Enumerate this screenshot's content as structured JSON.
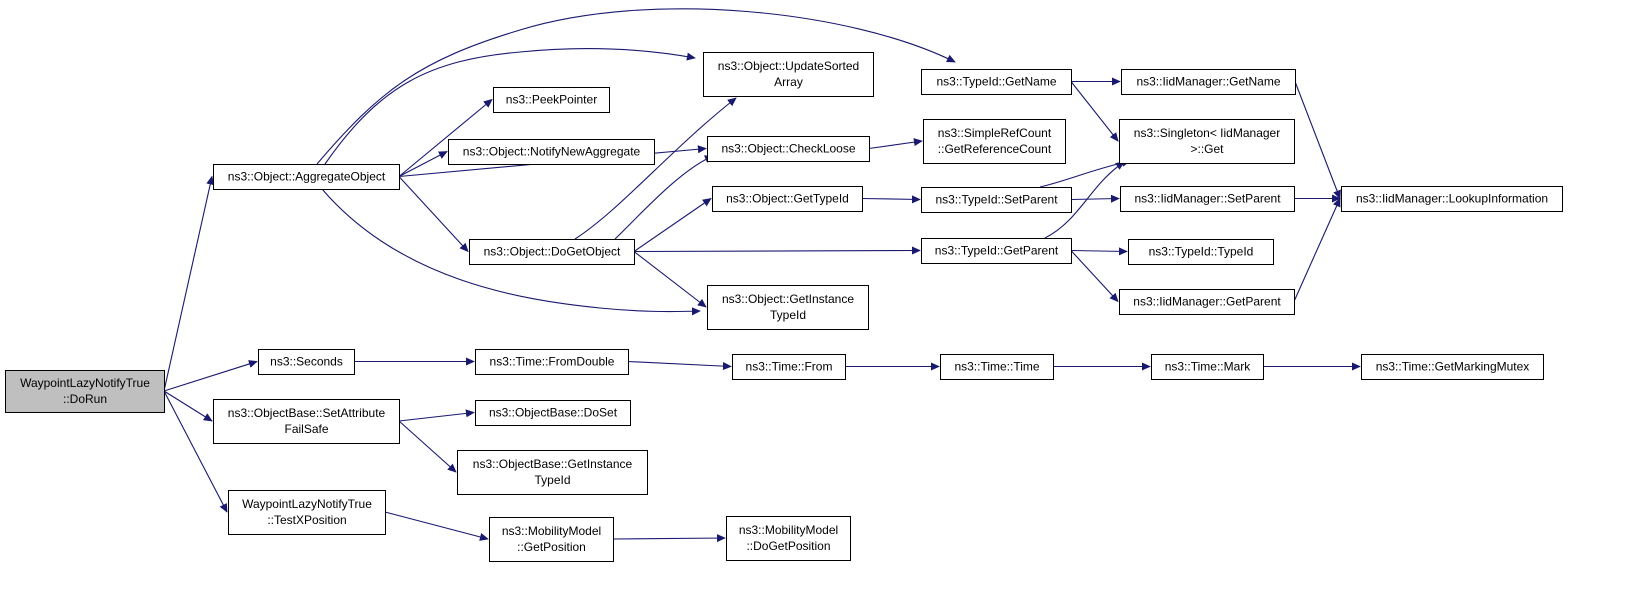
{
  "diagram": {
    "type": "call-graph",
    "colors": {
      "edge": "#191970",
      "root_fill": "#bfbfbf",
      "node_fill": "#ffffff",
      "node_border": "#000000"
    },
    "nodes": [
      {
        "id": "root",
        "lines": [
          "WaypointLazyNotifyTrue",
          "::DoRun"
        ],
        "root": true
      },
      {
        "id": "aggregate",
        "lines": [
          "ns3::Object::AggregateObject"
        ]
      },
      {
        "id": "seconds",
        "lines": [
          "ns3::Seconds"
        ]
      },
      {
        "id": "setattr",
        "lines": [
          "ns3::ObjectBase::SetAttribute",
          "FailSafe"
        ]
      },
      {
        "id": "testx",
        "lines": [
          "WaypointLazyNotifyTrue",
          "::TestXPosition"
        ]
      },
      {
        "id": "peek",
        "lines": [
          "ns3::PeekPointer"
        ]
      },
      {
        "id": "notify",
        "lines": [
          "ns3::Object::NotifyNewAggregate"
        ]
      },
      {
        "id": "dogetobj",
        "lines": [
          "ns3::Object::DoGetObject"
        ]
      },
      {
        "id": "fromdouble",
        "lines": [
          "ns3::Time::FromDouble"
        ]
      },
      {
        "id": "doset",
        "lines": [
          "ns3::ObjectBase::DoSet"
        ]
      },
      {
        "id": "obgetinst",
        "lines": [
          "ns3::ObjectBase::GetInstance",
          "TypeId"
        ]
      },
      {
        "id": "getpos",
        "lines": [
          "ns3::MobilityModel",
          "::GetPosition"
        ]
      },
      {
        "id": "update",
        "lines": [
          "ns3::Object::UpdateSorted",
          "Array"
        ]
      },
      {
        "id": "checkloose",
        "lines": [
          "ns3::Object::CheckLoose"
        ]
      },
      {
        "id": "gettypeid",
        "lines": [
          "ns3::Object::GetTypeId"
        ]
      },
      {
        "id": "ogetinst",
        "lines": [
          "ns3::Object::GetInstance",
          "TypeId"
        ]
      },
      {
        "id": "timefrom",
        "lines": [
          "ns3::Time::From"
        ]
      },
      {
        "id": "dogetpos",
        "lines": [
          "ns3::MobilityModel",
          "::DoGetPosition"
        ]
      },
      {
        "id": "simpleref",
        "lines": [
          "ns3::SimpleRefCount",
          "::GetReferenceCount"
        ]
      },
      {
        "id": "tgetname",
        "lines": [
          "ns3::TypeId::GetName"
        ]
      },
      {
        "id": "tsetparent",
        "lines": [
          "ns3::TypeId::SetParent"
        ]
      },
      {
        "id": "tgetparent",
        "lines": [
          "ns3::TypeId::GetParent"
        ]
      },
      {
        "id": "timetime",
        "lines": [
          "ns3::Time::Time"
        ]
      },
      {
        "id": "iidgetname",
        "lines": [
          "ns3::IidManager::GetName"
        ]
      },
      {
        "id": "singleton",
        "lines": [
          "ns3::Singleton< IidManager",
          ">::Get"
        ]
      },
      {
        "id": "iidsetparent",
        "lines": [
          "ns3::IidManager::SetParent"
        ]
      },
      {
        "id": "typeidtypeid",
        "lines": [
          "ns3::TypeId::TypeId"
        ]
      },
      {
        "id": "iidgetparent",
        "lines": [
          "ns3::IidManager::GetParent"
        ]
      },
      {
        "id": "timemark",
        "lines": [
          "ns3::Time::Mark"
        ]
      },
      {
        "id": "lookup",
        "lines": [
          "ns3::IidManager::LookupInformation"
        ]
      },
      {
        "id": "mutex",
        "lines": [
          "ns3::Time::GetMarkingMutex"
        ]
      }
    ],
    "edges": [
      [
        "root",
        "aggregate"
      ],
      [
        "root",
        "seconds"
      ],
      [
        "root",
        "setattr"
      ],
      [
        "root",
        "testx"
      ],
      [
        "aggregate",
        "tgetname"
      ],
      [
        "aggregate",
        "update"
      ],
      [
        "aggregate",
        "peek"
      ],
      [
        "aggregate",
        "notify"
      ],
      [
        "aggregate",
        "checkloose"
      ],
      [
        "aggregate",
        "dogetobj"
      ],
      [
        "aggregate",
        "ogetinst"
      ],
      [
        "dogetobj",
        "update"
      ],
      [
        "dogetobj",
        "checkloose"
      ],
      [
        "dogetobj",
        "gettypeid"
      ],
      [
        "dogetobj",
        "tgetparent"
      ],
      [
        "dogetobj",
        "ogetinst"
      ],
      [
        "checkloose",
        "simpleref"
      ],
      [
        "gettypeid",
        "tsetparent"
      ],
      [
        "tgetname",
        "iidgetname"
      ],
      [
        "tgetname",
        "singleton"
      ],
      [
        "iidgetname",
        "lookup"
      ],
      [
        "tsetparent",
        "singleton"
      ],
      [
        "tsetparent",
        "iidsetparent"
      ],
      [
        "iidsetparent",
        "lookup"
      ],
      [
        "tgetparent",
        "singleton"
      ],
      [
        "tgetparent",
        "typeidtypeid"
      ],
      [
        "tgetparent",
        "iidgetparent"
      ],
      [
        "iidgetparent",
        "lookup"
      ],
      [
        "seconds",
        "fromdouble"
      ],
      [
        "fromdouble",
        "timefrom"
      ],
      [
        "timefrom",
        "timetime"
      ],
      [
        "timetime",
        "timemark"
      ],
      [
        "timemark",
        "mutex"
      ],
      [
        "setattr",
        "doset"
      ],
      [
        "setattr",
        "obgetinst"
      ],
      [
        "testx",
        "getpos"
      ],
      [
        "getpos",
        "dogetpos"
      ]
    ]
  }
}
